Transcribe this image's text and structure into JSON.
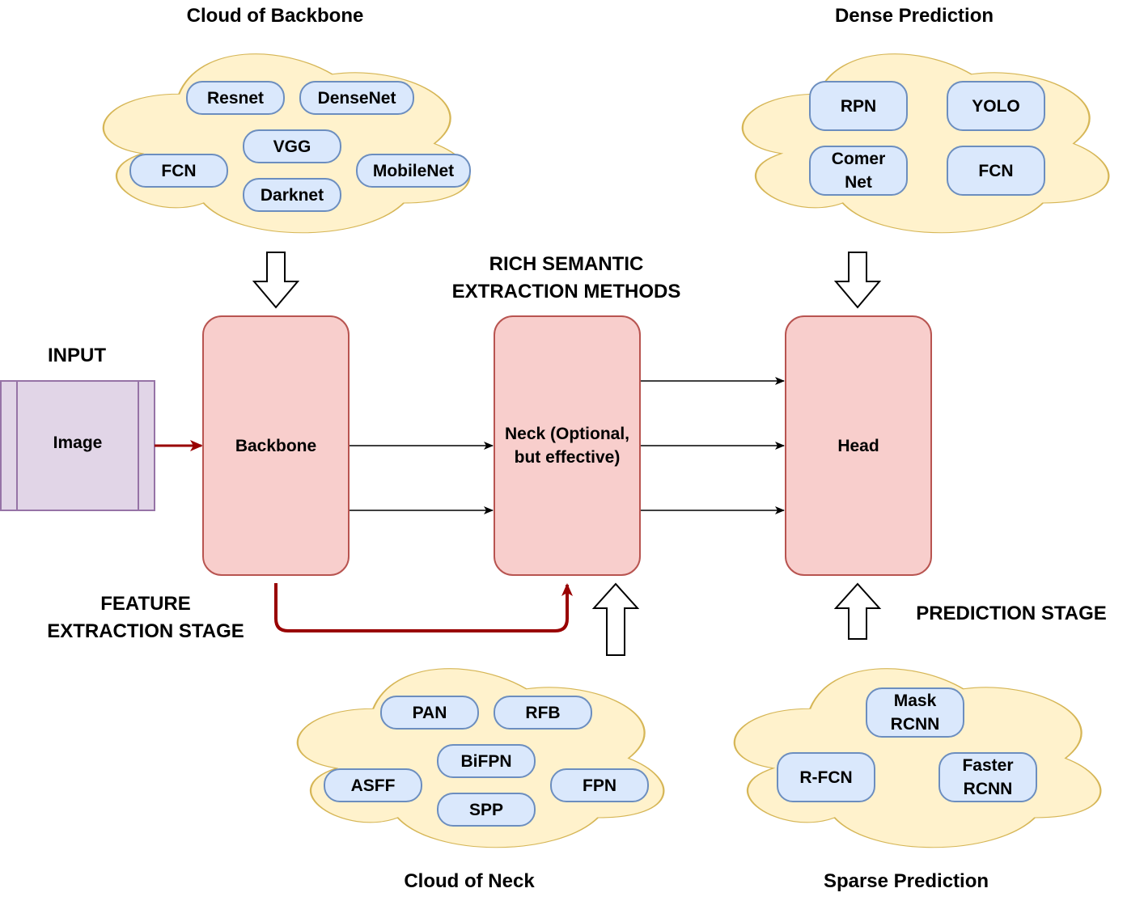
{
  "titles": {
    "cloud_backbone": "Cloud of Backbone",
    "dense_prediction": "Dense Prediction",
    "rich_semantic": "RICH SEMANTIC\nEXTRACTION METHODS",
    "input": "INPUT",
    "feature_stage": "FEATURE\nEXTRACTION STAGE",
    "prediction_stage": "PREDICTION STAGE",
    "cloud_neck": "Cloud of Neck",
    "sparse_prediction": "Sparse Prediction"
  },
  "input_block": {
    "label": "Image"
  },
  "stages": {
    "backbone": "Backbone",
    "neck": "Neck (Optional,\nbut effective)",
    "head": "Head"
  },
  "backbone_cloud": [
    "Resnet",
    "DenseNet",
    "VGG",
    "FCN",
    "MobileNet",
    "Darknet"
  ],
  "dense_cloud": [
    "RPN",
    "YOLO",
    "Comer\nNet",
    "FCN"
  ],
  "neck_cloud": [
    "PAN",
    "RFB",
    "BiFPN",
    "ASFF",
    "FPN",
    "SPP"
  ],
  "sparse_cloud": [
    "Mask\nRCNN",
    "R-FCN",
    "Faster\nRCNN"
  ],
  "colors": {
    "cloud_fill": "#fff2cc",
    "cloud_stroke": "#d6b656",
    "pill_fill": "#dae8fc",
    "pill_stroke": "#6c8ebf",
    "stage_fill": "#f8cecc",
    "stage_stroke": "#b85450",
    "input_fill": "#e1d5e7",
    "input_stroke": "#9673a6",
    "red_arrow": "#990000"
  }
}
